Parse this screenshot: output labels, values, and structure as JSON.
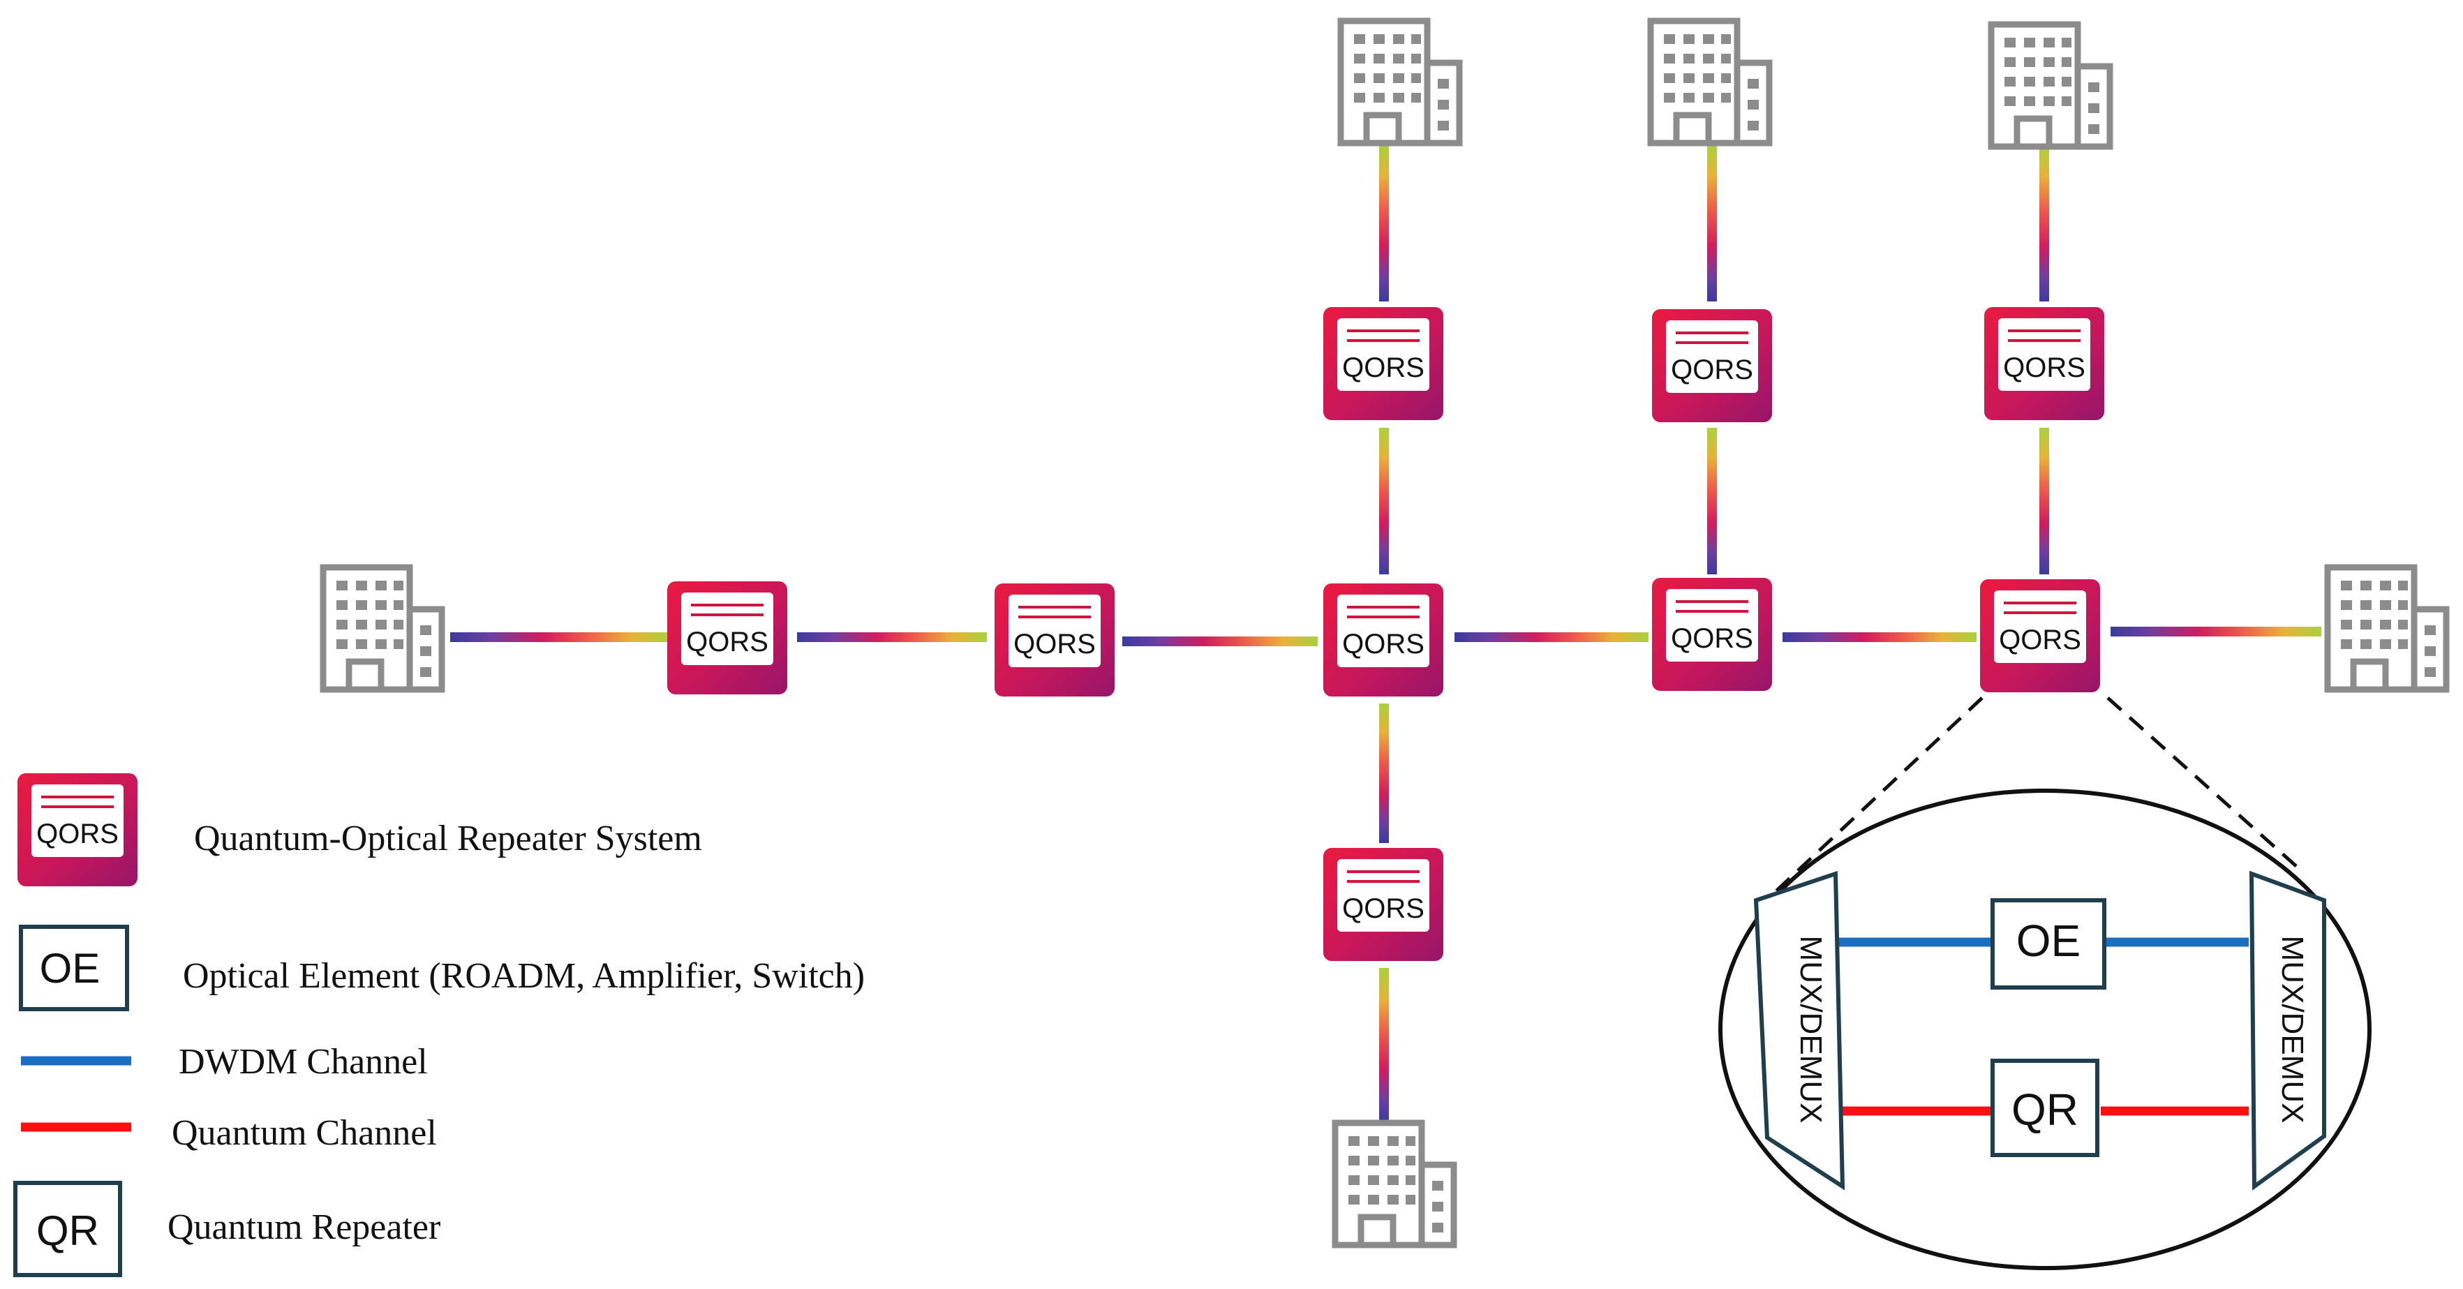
{
  "device": {
    "label": "QORS"
  },
  "inset": {
    "oe_label": "OE",
    "qr_label": "QR",
    "mux_left_label": "MUX/DEMUX",
    "mux_right_label": "MUX/DEMUX"
  },
  "legend": {
    "qors_box_label": "QORS",
    "qors_text": "Quantum-Optical Repeater System",
    "oe_box_label": "OE",
    "oe_text": "Optical Element (ROADM, Amplifier, Switch)",
    "dwdm_text": "DWDM Channel",
    "quantum_text": "Quantum Channel",
    "qr_box_label": "QR",
    "qr_text": "Quantum Repeater"
  },
  "colors": {
    "qors_gradient": [
      "#e8163c",
      "#c2185b",
      "#9c1466"
    ],
    "building": "#8c8c8c",
    "dwdm": "#1b6fc2",
    "quantum": "#ff1010",
    "box_border": "#1f3f4f",
    "rainbow": [
      "#3b3b9c",
      "#6b3fa0",
      "#c2185b",
      "#e83e5a",
      "#f07b3f",
      "#d8c43a",
      "#a8d13c"
    ]
  }
}
